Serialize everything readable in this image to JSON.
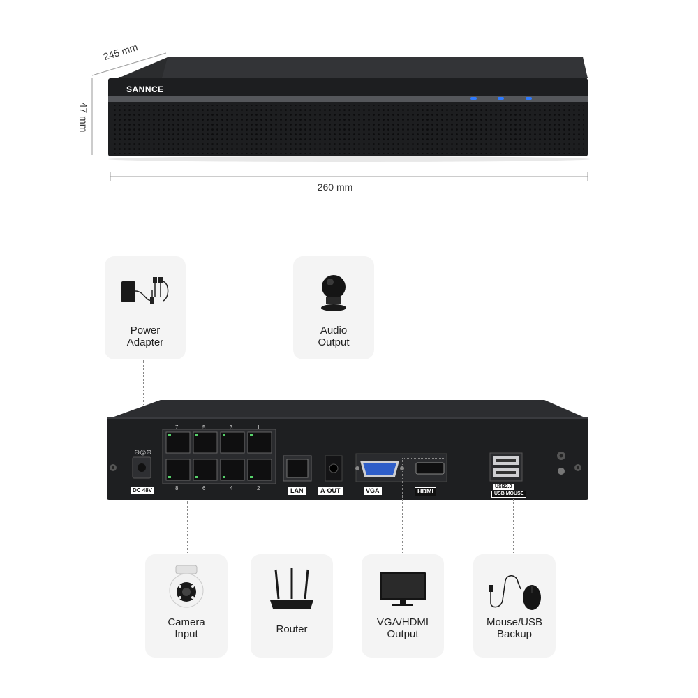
{
  "dimensions": {
    "depth": "245 mm",
    "height": "47 mm",
    "width": "260 mm"
  },
  "brand": "SANNCE",
  "cards": {
    "power": {
      "line1": "Power",
      "line2": "Adapter",
      "icon": "power-adapter-icon"
    },
    "audio": {
      "line1": "Audio",
      "line2": "Output",
      "icon": "speaker-icon"
    },
    "camera": {
      "line1": "Camera",
      "line2": "Input",
      "icon": "security-camera-icon"
    },
    "router": {
      "line1": "Router",
      "icon": "router-icon"
    },
    "vga": {
      "line1": "VGA/HDMI",
      "line2": "Output",
      "icon": "monitor-icon"
    },
    "mouse": {
      "line1": "Mouse/USB",
      "line2": "Backup",
      "icon": "mouse-icon"
    }
  },
  "ports": {
    "dc": "DC 48V",
    "lan": "LAN",
    "aout": "A-OUT",
    "vga": "VGA",
    "hdmi": "HDMI",
    "usb": "USB2.0",
    "usb_mouse": "USB MOUSE",
    "poe_top": [
      "7",
      "5",
      "3",
      "1"
    ],
    "poe_bottom": [
      "8",
      "6",
      "4",
      "2"
    ]
  },
  "colors": {
    "device": "#1e1f21",
    "led": "#2f7bff",
    "card_bg": "#f4f4f4"
  }
}
